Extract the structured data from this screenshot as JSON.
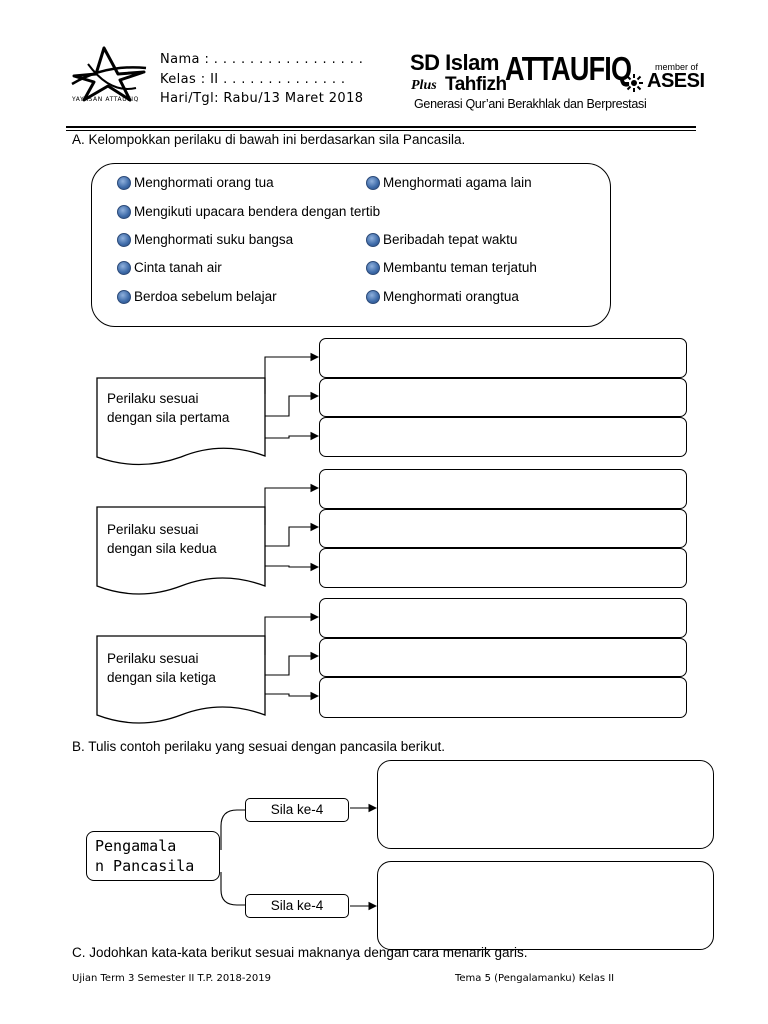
{
  "header": {
    "logo_caption": "YAYASAN ATTAUFIQ",
    "nama": "Nama : . . . . . . . . . . . . . . . . .",
    "kelas": "Kelas  : II  . . . . . . . . . . . . . .",
    "hari": "Hari/Tgl:  Rabu/13 Maret 2018",
    "school_line1": "SD Islam",
    "school_name": "ATTAUFIQ",
    "school_plus": "Plus",
    "school_tahfizh": "Tahfizh",
    "motto": "Generasi Qur’ani Berakhlak dan Berprestasi",
    "member_of": "member of",
    "asesi": "ASESI"
  },
  "section_a": {
    "instruction": "A. Kelompokkan perilaku di bawah ini berdasarkan sila Pancasila.",
    "options": [
      "Menghormati orang tua",
      "Menghormati agama lain",
      "Mengikuti upacara  bendera dengan tertib",
      "Menghormati suku bangsa",
      "Beribadah tepat waktu",
      "Cinta tanah air",
      "Membantu teman terjatuh",
      "Berdoa sebelum belajar",
      "Menghormati orangtua"
    ],
    "groups": [
      {
        "line1": "Perilaku  sesuai",
        "line2": "dengan sila pertama"
      },
      {
        "line1": "Perilaku  sesuai",
        "line2": "dengan sila kedua"
      },
      {
        "line1": "Perilaku  sesuai",
        "line2": "dengan sila ketiga"
      }
    ]
  },
  "section_b": {
    "instruction": "B. Tulis contoh perilaku yang sesuai dengan pancasila berikut.",
    "center_line1": "Pengamala",
    "center_line2": "n Pancasila",
    "branch_top": "Sila ke-4",
    "branch_bottom": "Sila ke-4"
  },
  "section_c": {
    "instruction": "C. Jodohkan kata-kata berikut sesuai maknanya dengan cara menarik garis."
  },
  "footer": {
    "left": "Ujian Term 3 Semester II  T.P. 2018-2019",
    "right": "Tema 5 (Pengalamanku)  Kelas II"
  }
}
